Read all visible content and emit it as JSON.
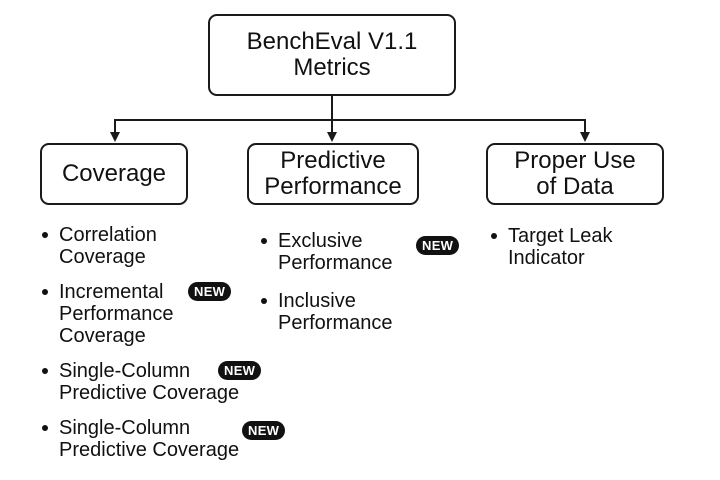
{
  "root": {
    "lines": [
      "BenchEval V1.1",
      "Metrics"
    ]
  },
  "categories": [
    {
      "lines": [
        "Coverage"
      ]
    },
    {
      "lines": [
        "Predictive",
        "Performance"
      ]
    },
    {
      "lines": [
        "Proper Use",
        "of Data"
      ]
    }
  ],
  "coverage_items": [
    {
      "lines": [
        "Correlation",
        "Coverage"
      ],
      "badge": ""
    },
    {
      "lines": [
        "Incremental",
        "Performance",
        "Coverage"
      ],
      "badge": "NEW"
    },
    {
      "lines": [
        "Single-Column",
        "Predictive Coverage"
      ],
      "badge": "NEW"
    },
    {
      "lines": [
        "Single-Column",
        "Predictive Coverage"
      ],
      "badge": "NEW"
    }
  ],
  "predictive_items": [
    {
      "lines": [
        "Exclusive",
        "Performance"
      ],
      "badge": "NEW"
    },
    {
      "lines": [
        "Inclusive",
        "Performance"
      ],
      "badge": ""
    }
  ],
  "data_items": [
    {
      "lines": [
        "Target Leak",
        "Indicator"
      ],
      "badge": ""
    }
  ]
}
